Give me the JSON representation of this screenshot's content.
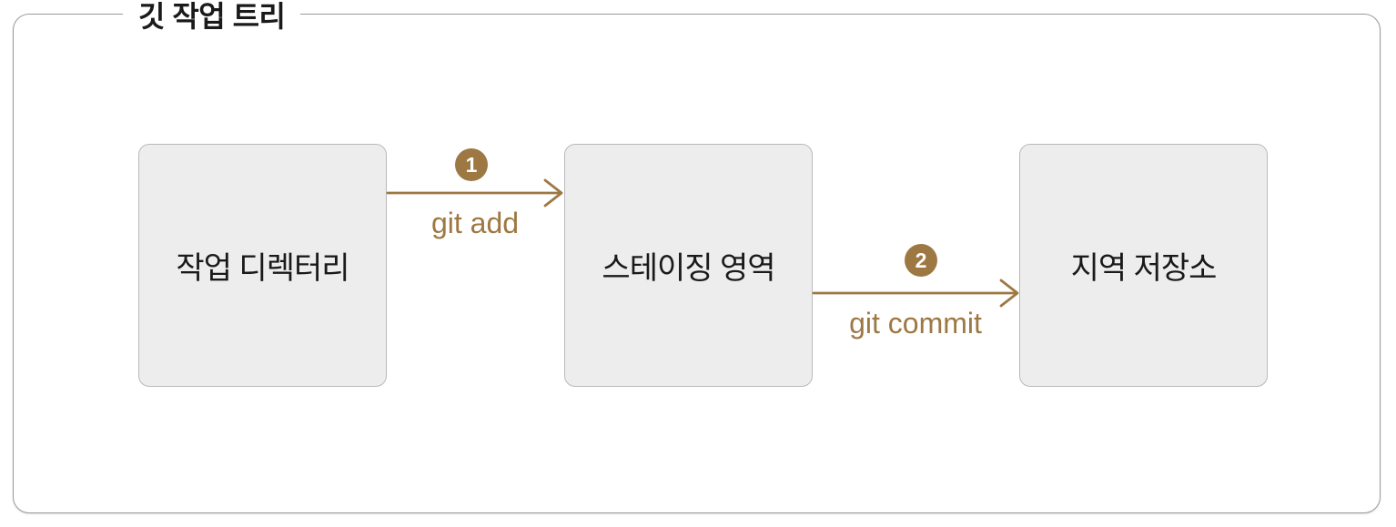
{
  "title": "깃 작업 트리",
  "colors": {
    "accent": "#9e7843",
    "box-fill": "#ededed",
    "box-border": "#b9b9b9",
    "frame-border": "#9b9b9b",
    "text": "#1a1a1a",
    "badge-text": "#ffffff",
    "bg": "#ffffff"
  },
  "nodes": [
    {
      "label": "작업 디렉터리"
    },
    {
      "label": "스테이징 영역"
    },
    {
      "label": "지역 저장소"
    }
  ],
  "arrows": [
    {
      "step": "1",
      "label": "git add"
    },
    {
      "step": "2",
      "label": "git commit"
    }
  ]
}
